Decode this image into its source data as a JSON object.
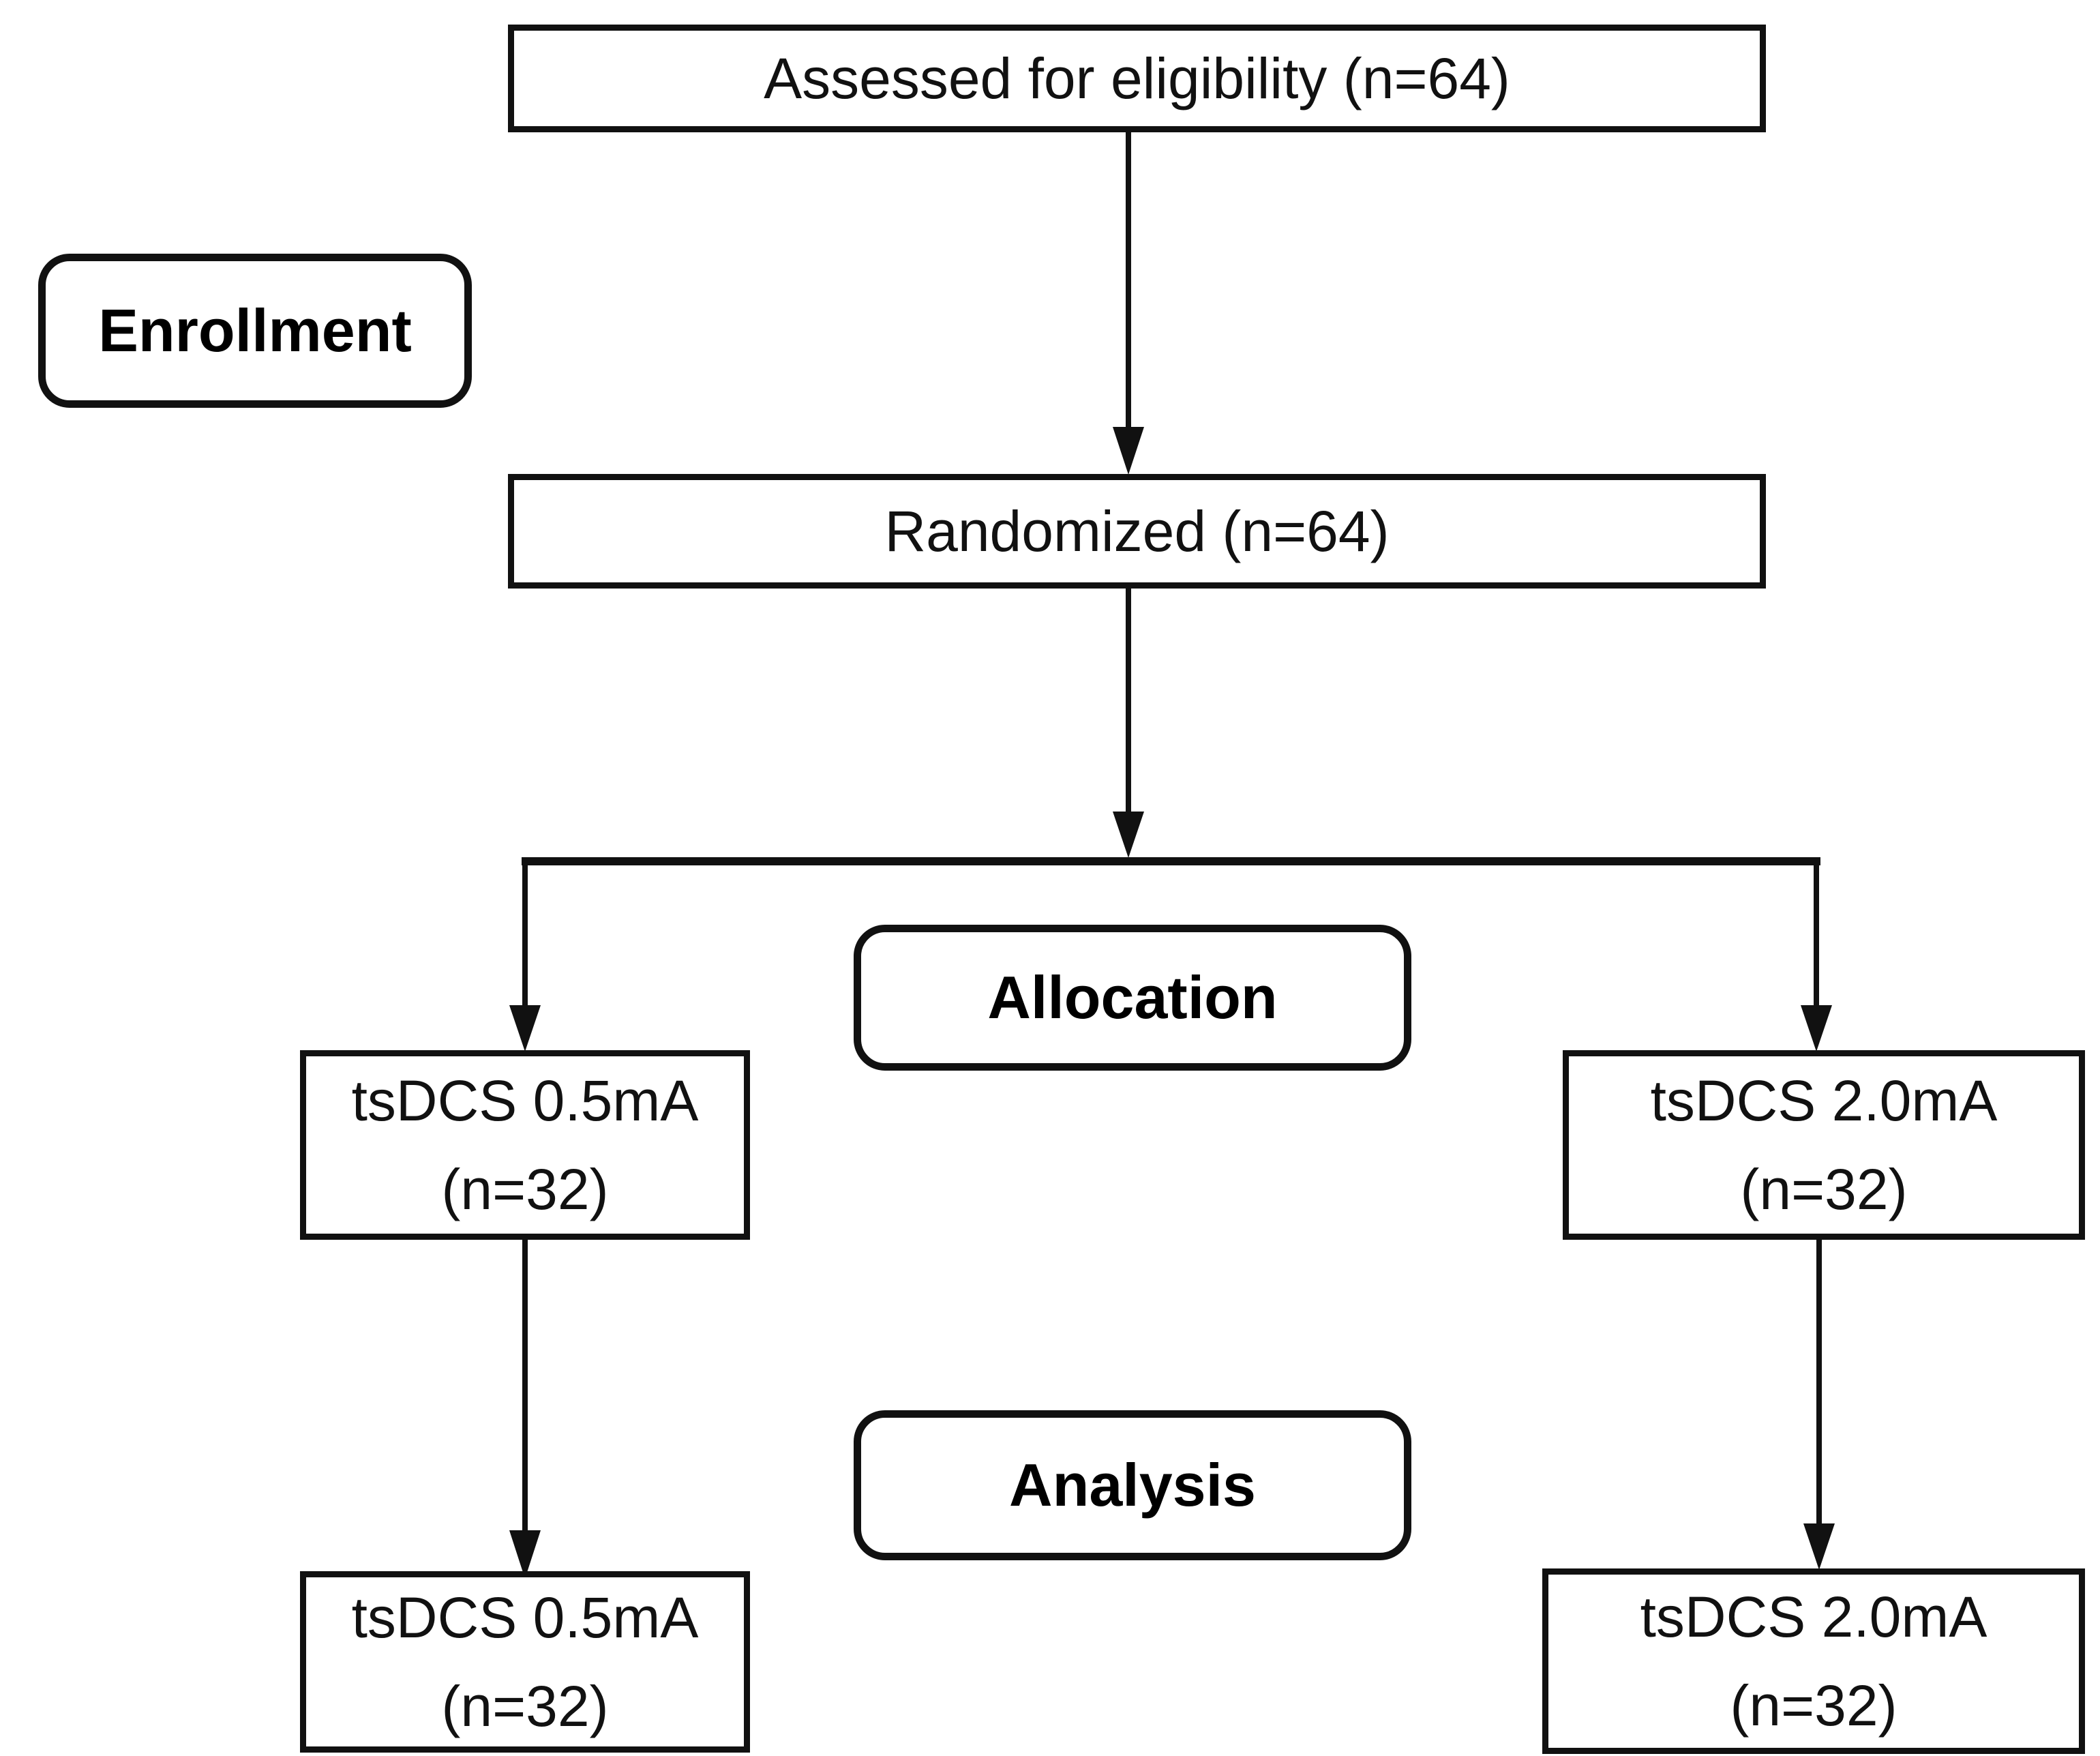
{
  "diagram": {
    "colors": {
      "line": "#111111",
      "box_border": "#111111",
      "text": "#111111",
      "background": "#ffffff"
    },
    "stages": {
      "enrollment": {
        "label": "Enrollment"
      },
      "allocation": {
        "label": "Allocation"
      },
      "analysis": {
        "label": "Analysis"
      }
    },
    "nodes": {
      "assessed": {
        "label": "Assessed for eligibility (n=64)"
      },
      "randomized": {
        "label": "Randomized (n=64)"
      },
      "allocation_left": {
        "line1": "tsDCS 0.5mA",
        "line2": "(n=32)"
      },
      "allocation_right": {
        "line1": "tsDCS 2.0mA",
        "line2": "(n=32)"
      },
      "analysis_left": {
        "line1": "tsDCS 0.5mA",
        "line2": "(n=32)"
      },
      "analysis_right": {
        "line1": "tsDCS 2.0mA",
        "line2": "(n=32)"
      }
    }
  }
}
